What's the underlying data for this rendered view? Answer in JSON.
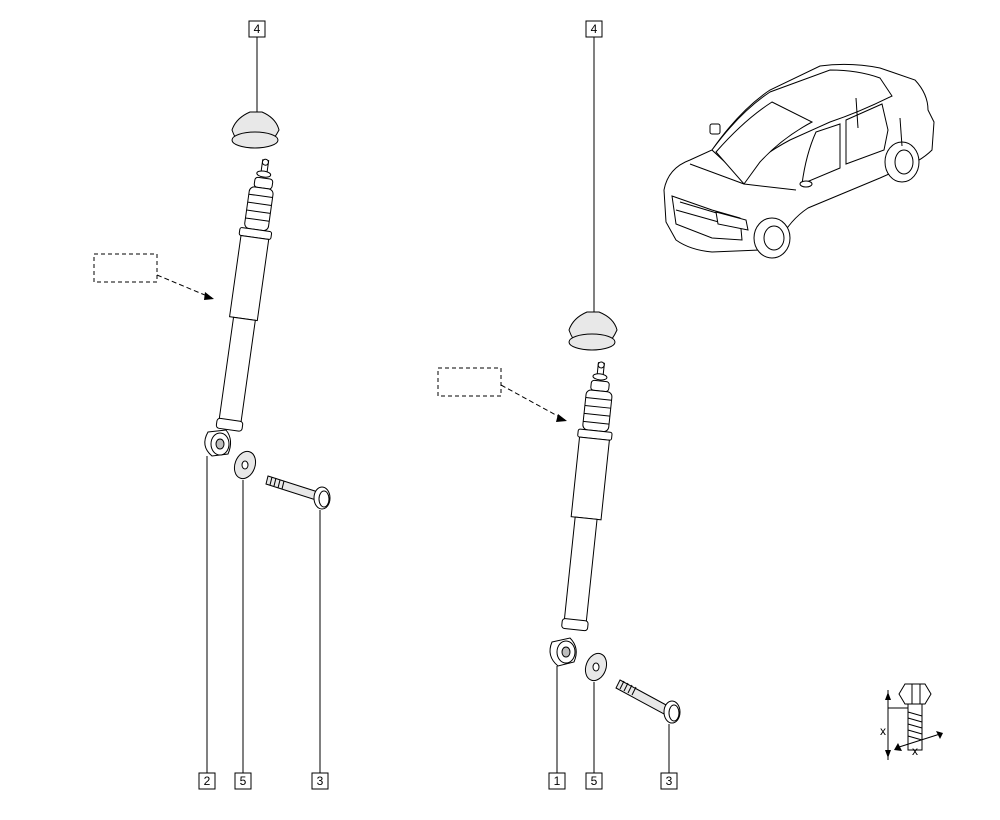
{
  "callouts": {
    "left_top": "4",
    "right_top": "4",
    "left_shock": "2",
    "left_washer": "5",
    "left_bolt": "3",
    "right_shock": "1",
    "right_washer": "5",
    "right_bolt": "3"
  },
  "torque_symbol": {
    "dim_vertical": "x",
    "dim_horizontal": "x"
  }
}
